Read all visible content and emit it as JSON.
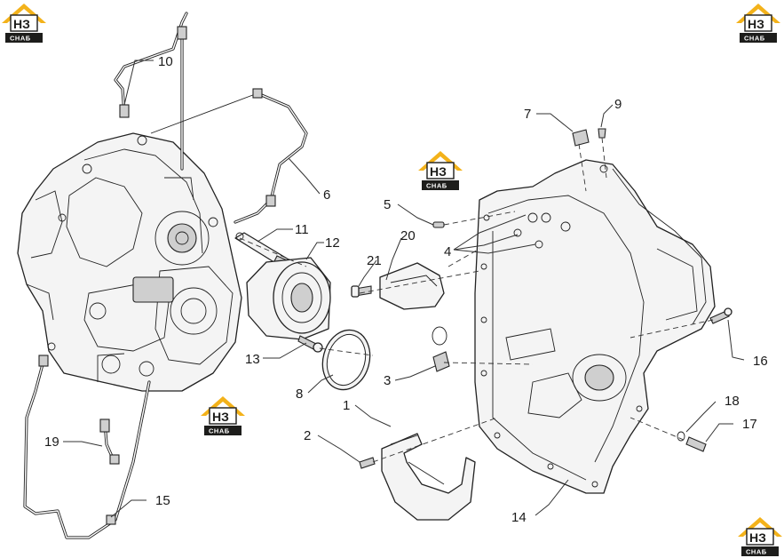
{
  "diagram": {
    "callouts": [
      "1",
      "2",
      "3",
      "4",
      "6",
      "7",
      "8",
      "9",
      "10",
      "11",
      "12",
      "13",
      "14",
      "15",
      "16",
      "17",
      "18",
      "19",
      "20",
      "21"
    ]
  },
  "watermark": {
    "main_text": "НЗ",
    "sub_text": "СНАБ",
    "brand_color": "#F3B21A"
  }
}
